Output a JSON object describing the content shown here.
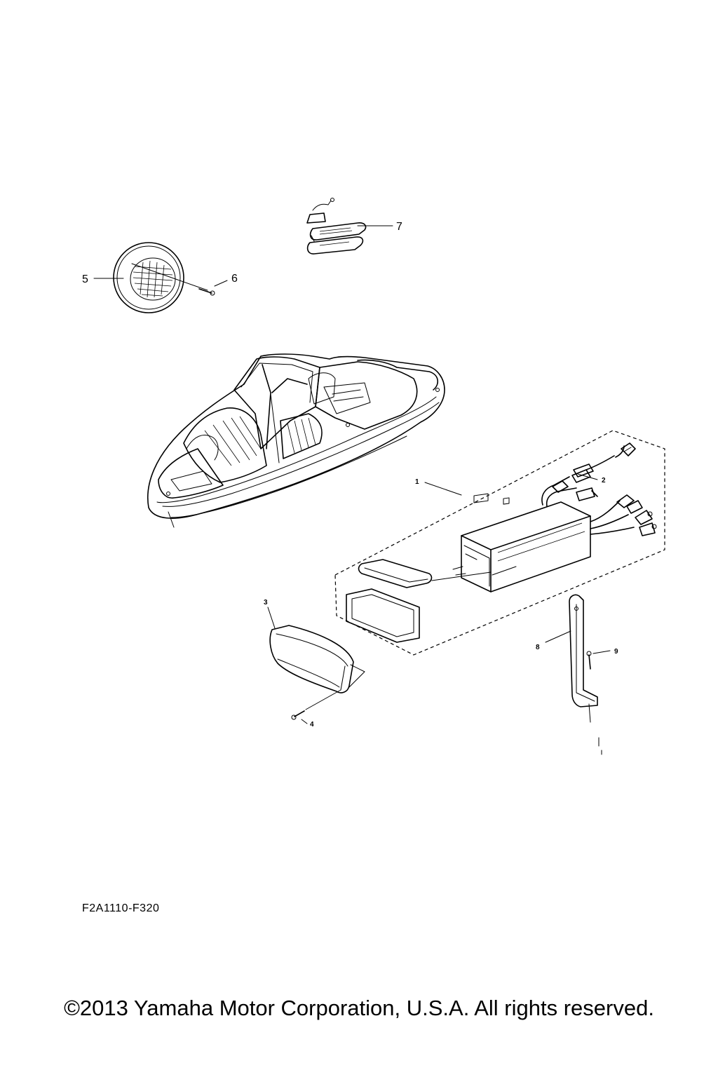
{
  "diagram": {
    "drawing_code": "F2A1110-F320",
    "copyright": "©2013 Yamaha Motor Corporation, U.S.A. All rights reserved.",
    "callouts": {
      "c1": "1",
      "c2": "2",
      "c3": "3",
      "c4": "4",
      "c5": "5",
      "c6": "6",
      "c7": "7",
      "c8": "8",
      "c9": "9"
    }
  }
}
